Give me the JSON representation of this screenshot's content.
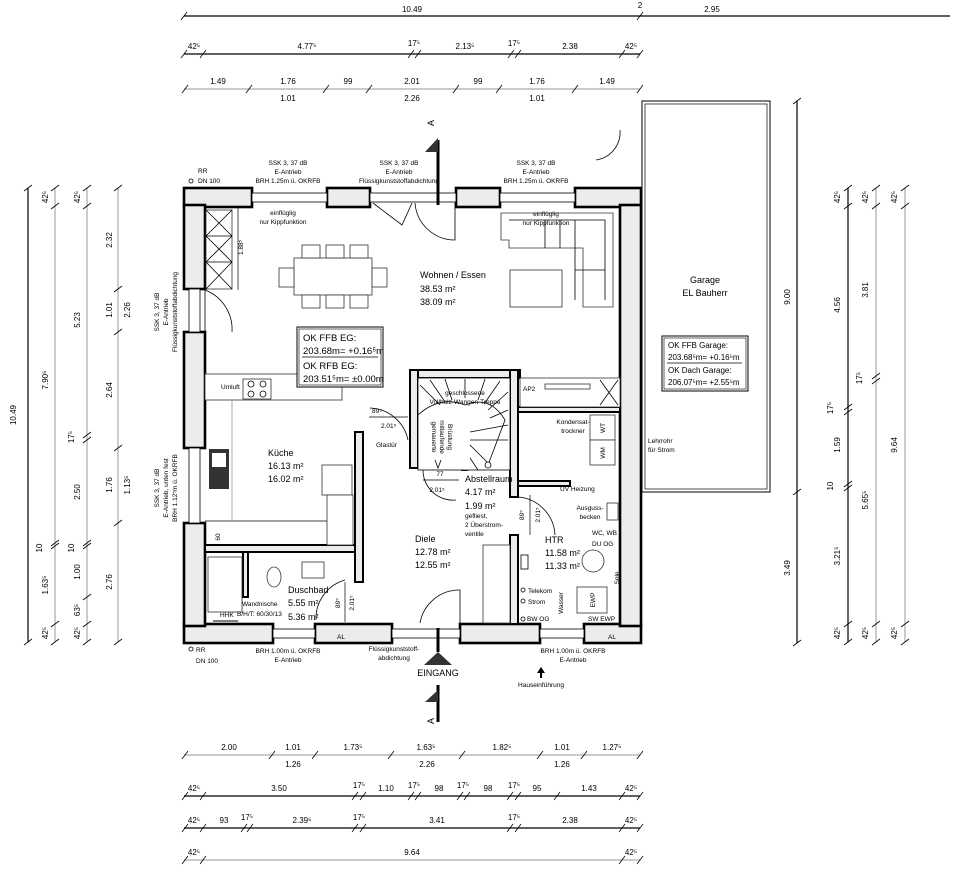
{
  "dimensions": {
    "top_1": [
      "10.49",
      "2",
      "2.95"
    ],
    "top_2": [
      "42⁵",
      "4.77⁵",
      "17⁵",
      "2.13⁵",
      "17⁵",
      "2.38",
      "42⁵"
    ],
    "top_3": [
      "1.49",
      "1.76",
      "99",
      "2.01",
      "99",
      "1.76",
      "1.49",
      "1.01",
      "2.26",
      "1.01"
    ],
    "bottom_1": [
      "2.00",
      "1.01",
      "1.73⁵",
      "1.63⁵",
      "1.82⁵",
      "1.01",
      "1.27⁵",
      "1.26",
      "2.26",
      "1.26"
    ],
    "bottom_2": [
      "42⁵",
      "3.50",
      "17⁵",
      "1.10",
      "17⁵",
      "98",
      "17⁵",
      "98",
      "17⁵",
      "95",
      "1.43",
      "42⁵"
    ],
    "bottom_3": [
      "42⁵",
      "93",
      "17⁵",
      "2.39⁵",
      "17⁵",
      "3.41",
      "17⁵",
      "2.38",
      "42⁵"
    ],
    "bottom_4": [
      "42⁵",
      "9.64",
      "42⁵"
    ],
    "left_1": [
      "10.49"
    ],
    "left_2": [
      "42⁵",
      "7.90⁵",
      "10",
      "1.63⁵",
      "42⁵"
    ],
    "left_3": [
      "42⁵",
      "5.23",
      "17⁵",
      "2.50",
      "10",
      "1.00",
      "63⁵",
      "42⁵"
    ],
    "left_4": [
      "2.32",
      "1.01",
      "2.26",
      "2.64",
      "1.76",
      "1.13⁵",
      "2.76"
    ],
    "right_1": [
      "9.00",
      "3.49"
    ],
    "right_2": [
      "42⁵",
      "4.56",
      "17⁵",
      "1.59",
      "10",
      "3.21⁵",
      "42⁵"
    ],
    "right_3": [
      "42⁵",
      "3.81",
      "17⁵",
      "5.65⁵",
      "42⁵"
    ],
    "right_4": [
      "42⁵",
      "9.64",
      "42⁵"
    ]
  },
  "openings": {
    "top_left": [
      "SSK 3, 37 dB",
      "E-Antrieb",
      "BRH 1.25m ü. OKRFB"
    ],
    "top_middle": [
      "SSK 3, 37 dB",
      "E-Antrieb",
      "Flüssigkunststoffabdichtung"
    ],
    "top_right": [
      "SSK 3, 37 dB",
      "E-Antrieb",
      "BRH 1.25m ü. OKRFB"
    ],
    "left_upper": [
      "SSK 3, 37 dB",
      "E-Antrieb",
      "Flüssigkunststoffabdichtung"
    ],
    "left_lower": [
      "SSK 3, 37 dB",
      "E-Antrieb, unten fest",
      "BRH 1.12⁵m ü. OKRFB"
    ],
    "bottom_left": [
      "BRH 1.00m ü. OKRFB",
      "E-Antrieb"
    ],
    "bottom_middle": [
      "Flüssigkunststoff-",
      "abdichtung"
    ],
    "bottom_right": [
      "BRH 1.00m ü. OKRFB",
      "E-Antrieb"
    ],
    "sash_note": [
      "einflüglig",
      "nur Kippfunktion"
    ],
    "sash_note_right": [
      "einflüglig",
      "nur Kippfunktion"
    ]
  },
  "downpipes": {
    "top": [
      "RR",
      "DN 100"
    ],
    "bottom": [
      "RR",
      "DN 100"
    ]
  },
  "rooms": {
    "wohnen": {
      "name": "Wohnen / Essen",
      "area_1": "38.53 m²",
      "area_2": "38.09 m²"
    },
    "kueche": {
      "name": "Küche",
      "area_1": "16.13 m²",
      "area_2": "16.02 m²"
    },
    "diele": {
      "name": "Diele",
      "area_1": "12.78 m²",
      "area_2": "12.55 m²"
    },
    "abstellraum": {
      "name": "Abstellraum",
      "area_1": "4.17 m²",
      "area_2": "1.99 m²",
      "note_1": "gefliest,",
      "note_2": "2 Überstrom-",
      "note_3": "ventile"
    },
    "htr": {
      "name": "HTR",
      "area_1": "11.58 m²",
      "area_2": "11.33 m²"
    },
    "duschbad": {
      "name": "Duschbad",
      "area_1": "5.55 m²",
      "area_2": "5.36 m²"
    },
    "garage": {
      "name": "Garage",
      "owner": "EL Bauherr"
    }
  },
  "level_box_eg": {
    "ffb_label": "OK FFB EG:",
    "ffb_value": "203.68m= +0.16⁵m",
    "rfb_label": "OK RFB EG:",
    "rfb_value": "203.51⁵m= ±0.00m"
  },
  "level_box_garage": {
    "ffb_label": "OK FFB Garage:",
    "ffb_value": "203.68⁵m= +0.16⁵m",
    "roof_label": "OK Dach Garage:",
    "roof_value": "206.07⁵m= +2.55⁵m"
  },
  "annotations": {
    "cabinet_height": "1.88⁵",
    "umluft": "Umluft",
    "glass_door_w": "89⁵",
    "glass_door_h": "2.01⁵",
    "glass_door": "Glastür",
    "stair_1": "geschlossene",
    "stair_2": "Vollholz-Wangen-Treppe",
    "stair_rail_1": "gemauerte",
    "stair_rail_2": "mitlaufende",
    "stair_rail_3": "Brüstung",
    "stair_door_w": "77",
    "stair_door_h": "2.01⁵",
    "htr_door_w": "89⁵",
    "htr_door_h": "2.01⁵",
    "bath_door_w": "89⁵",
    "bath_door_h": "2.01⁵",
    "kitchen_60": "60",
    "uv": "UV Heizung",
    "ausguss_1": "Ausguss-",
    "ausguss_2": "becken",
    "wc_wb": "WC, WB",
    "du_og": "DU OG",
    "kondensat_1": "Kondensat-",
    "kondensat_2": "trockner",
    "wt": "WT",
    "wm": "WM",
    "ewp": "EWP",
    "sole": "Sole",
    "telekom": "Telekom",
    "strom": "Strom",
    "wasser": "Wasser",
    "bw_og": "BW OG",
    "sw_ewp": "SW EWP",
    "al_left": "AL",
    "al_right": "AL",
    "hhk": "HHK",
    "nische_1": "Wandnische",
    "nische_2": "B/H/T: 60/30/13",
    "eingang": "EINGANG",
    "hauseinfuehrung": "Hauseinführung",
    "lehrrohr_1": "Lehrrohr",
    "lehrrohr_2": "für Strom",
    "section_top": "A",
    "section_bottom": "A",
    "apo": "AP2"
  }
}
